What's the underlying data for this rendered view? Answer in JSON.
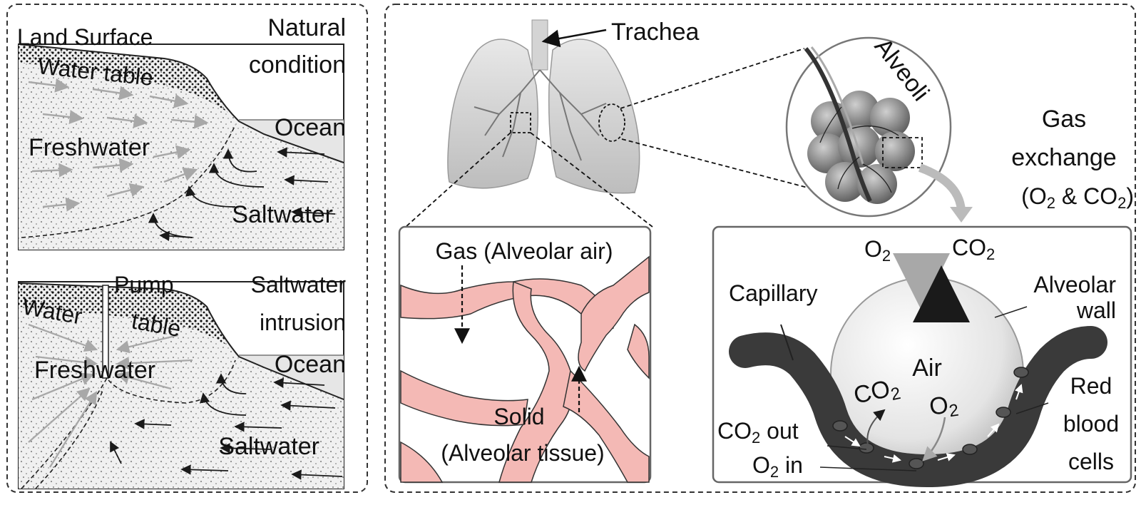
{
  "coastal": {
    "natural": {
      "title_line1": "Natural",
      "title_line2": "condition",
      "land_surface": "Land Surface",
      "water_table": "Water table",
      "ocean": "Ocean",
      "freshwater": "Freshwater",
      "saltwater": "Saltwater"
    },
    "intrusion": {
      "title_line1": "Saltwater",
      "title_line2": "intrusion",
      "pump": "Pump",
      "water": "Water",
      "table": "table",
      "ocean": "Ocean",
      "freshwater": "Freshwater",
      "saltwater": "Saltwater"
    }
  },
  "lung": {
    "trachea": "Trachea",
    "alveoli": "Alveoli",
    "gas_exchange": {
      "line1": "Gas",
      "line2": "exchange",
      "line3_open": "(",
      "o2_base": "O",
      "o2_sub": "2",
      "amp": " & ",
      "co2_base": "CO",
      "co2_sub": "2",
      "line3_close": ")"
    },
    "tissue_box": {
      "gas_label": "Gas (Alveolar air)",
      "solid_line1": "Solid",
      "solid_line2": "(Alveolar tissue)"
    },
    "exchange_box": {
      "o2_top_base": "O",
      "o2_top_sub": "2",
      "co2_top_base": "CO",
      "co2_top_sub": "2",
      "capillary": "Capillary",
      "alveolar_wall_line1": "Alveolar",
      "alveolar_wall_line2": "wall",
      "air": "Air",
      "co2_inner_base": "CO",
      "co2_inner_sub": "2",
      "o2_inner_base": "O",
      "o2_inner_sub": "2",
      "co2_out_base": "CO",
      "co2_out_sub": "2",
      "co2_out_word": " out",
      "o2_in_base": "O",
      "o2_in_sub": "2",
      "o2_in_word": " in",
      "rbc_line1": "Red",
      "rbc_line2": "blood",
      "rbc_line3": "cells"
    }
  },
  "colors": {
    "frame": "#333333",
    "soil_fill": "#efefef",
    "arrow_gray": "#a8a8a8",
    "arrow_dark": "#1a1a1a",
    "ocean_fill": "#e6e6e6",
    "lung_fill": "#cfcfcf",
    "tissue_pink": "#f4b9b5",
    "capillary": "#3a3a3a",
    "rbc": "#555555"
  }
}
